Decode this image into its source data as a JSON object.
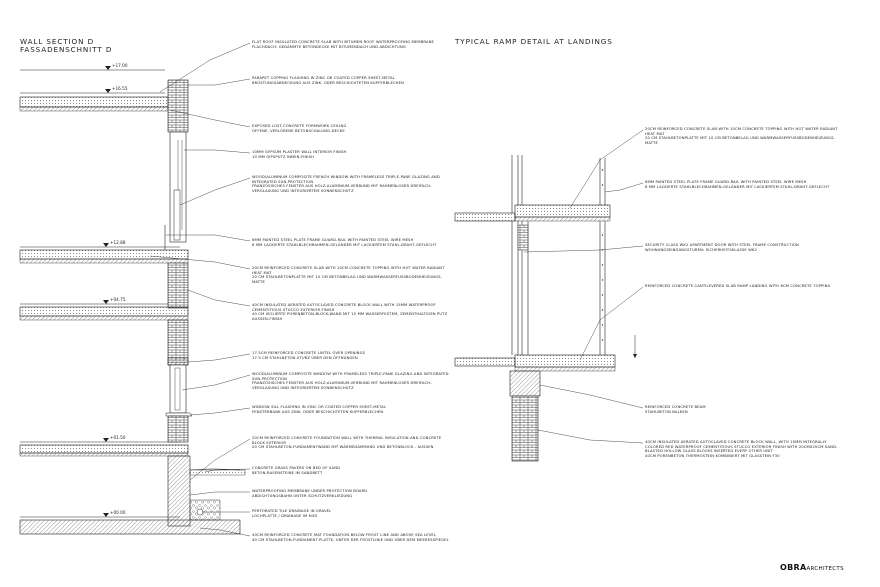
{
  "titles": {
    "wall_section": "WALL SECTION D",
    "wall_section_de": "FASSADENSCHNITT  D",
    "ramp_detail": "TYPICAL RAMP DETAIL AT LANDINGS"
  },
  "elevations": [
    "+17.00",
    "+16.55",
    "+12.88",
    "+04.75",
    "+01.50",
    "+00.00"
  ],
  "wall_notes": [
    {
      "en": "FLAT ROOF INSULATED CONCRETE SLAB WITH BITUMEN ROOF WATERPROOFING MEMBRANE",
      "de": "FLACHDACH: GEDÄMMTE BETONDECKE MIT BITUMENDACH UND ABDICHTUNG"
    },
    {
      "en": "PARAPET COPPING FLASHING W ZINC OR COATED COPPER SHEET-METAL",
      "de": "BRÜSTUNGSABDECKUNG AUS ZINK- ODER BESCHICHTETEN KUPFERBLECHEN"
    },
    {
      "en": "EXPOSED LOST-CONCRETE FORMWORK CEILING",
      "de": "OFFENE, VERLORENE BETONSCHALUNG-DECKE"
    },
    {
      "en": "10MM GYPSUM PLASTER WALL INTERIOR FINISH",
      "de": "10 MM GIPSPUTZ INNEN-FINISH"
    },
    {
      "en": "WOOD/ALUMINUM COMPOSITE FRENCH WINDOW WITH FRAMELESS TRIPLE-PANE GLAZING AND INTEGRATED SUN-PROTECTION",
      "de": "FRANZÖSISCHES FENSTER AUS HOLZ-ALUMINIUM-VERBUND MIT RAHMENLOSER DREIFACH-VERGLASUNG UND INTEGRIERTEM SONNENSCHUTZ"
    },
    {
      "en": "6MM PAINTED STEEL PLATE FRAME GUARD-RAIL WITH PAINTED STEEL WIRE MESH",
      "de": "6 MM LACKIERTE STAHLBLECHRAHMEN-GELÄNDER MIT LACKIERTEM STAHL-DRAHT-GEFLECHT"
    },
    {
      "en": "20CM REINFORCED CONCRETE SLAB WITH 10CM CONCRETE TOPPING WITH HOT WATER RADIANT HEAT MAT",
      "de": "20 CM STAHLBETONPLATTE MIT 10 CM BETONBELAG UND WARMWASSERFUSSBODENHEIZUNGS-MATTE"
    },
    {
      "en": "40CM INSULATED AERATED AUTOCLAVED CONCRETE BLOCK WALL WITH 15MM WATERPROOF CEMENTITIOUS STUCCO EXTERIOR FINISH",
      "de": "40 CM ISOLIERTE PORENBETON-BLOCK-WAND MIT 15 MM WASSERFESTEM, ZEMENTHALTIGEN PUTZ AUSSEN-FINISH"
    },
    {
      "en": "17.5CM REINFORCED CONCRETE LINTEL OVER OPENINGS",
      "de": "17.5 CM STAHLBETON-STURZ ÜBER DEN ÖFFNUNGEN"
    },
    {
      "en": "WOOD/ALUMINUM COMPOSITE WINDOW WITH FRAMELESS TRIPLE-PANE GLAZING AND INTEGRATED SUN-PROTECTION",
      "de": "FRANZÖSISCHES FENSTER AUS HOLZ-ALUMINIUM-VERBUND MIT RAHMENLOSER DREIFACH-VERGLASUNG UND INTEGRIERTEM SONNENSCHUTZ"
    },
    {
      "en": "WINDOW SILL FLASHING IN ZINC OR COATED COPPER SHEET-METAL",
      "de": "FENSTERBANK AUS ZINK- ODER BESCHICHTETEN KUPFERBLECHEN"
    },
    {
      "en": "20CM REINFORCED CONCRETE FOUNDATION WALL WITH THERMAL INSULATION AND CONCRETE BLOCK EXTERIOR",
      "de": "20 CM STAHLBETON-FUNDAMENTWAND MIT WÄRMEDÄMMUNG UND BETONBLOCK - AUSSEN"
    },
    {
      "en": "CONCRETE GRASS PAVERS ON BED OF SAND",
      "de": "BETON-RASENSTEINE IM SANDBETT"
    },
    {
      "en": "WATERPROOFING MEMBRANE UNDER PROTECTION BOARD",
      "de": "ABDICHTUNGSBAHN UNTER SCHUTZVERKLEIDUNG"
    },
    {
      "en": "PERFORATED TILE DRAINAGE IN GRAVEL",
      "de": "LOCHPLATTE / DRAINAGE IM KIES"
    },
    {
      "en": "40CM REINFORCED CONCRETE MAT FOUNDATION BELOW FROST LINE AND ABOVE SEA LEVEL",
      "de": "40 CM STAHLBETON-FUNDAMENT-PLATTE, UNTER DER FROSTLINIE UND ÜBER DEM MEERESSPIEGEL"
    }
  ],
  "ramp_notes": [
    {
      "en": "20CM REINFORCED CONCRETE SLAB WITH 10CM CONCRETE TOPPING WITH HOT WATER RADIANT HEAT MAT",
      "de": "20 CM STAHLBETONPLATTE MIT 10 CM BETONBELAG UND WARMWASSERFUSSBODENHEIZUNGS-MATTE"
    },
    {
      "en": "6MM PAINTED STEEL PLATE FRAME GUARD-RAIL WITH PAINTED STEEL WIRE MESH",
      "de": "6 MM LACKIERTE STAHLBLECHRAHMEN-GELÄNDER MIT LACKIERTEM STAHL-DRAHT-GEFLECHT"
    },
    {
      "en": "SECURITY CLASS WK2 APARTMENT DOOR WITH STEEL FRAME CONSTRUCTION",
      "de": "WOHNUNGSEINGANGSTUREN: SICHERHEITSKLASSE WK2"
    },
    {
      "en": "REINFORCED CONCRETE CANTILEVERED SLAB RAMP LANDING WITH 8CM CONCRETE TOPPING",
      "de": ""
    },
    {
      "en": "REINFORCED CONCRETE BEAM",
      "de": "STAHLBETON BALKEN"
    },
    {
      "en": "40CM INSULATED AERATED AUTOCLAVED CONCRETE BLOCK WALL, WITH 15MM INTEGRALLY COLORED RED WATERPROOF CEMENTITIOUS STUCCO EXTERIOR FINISH WITH 20CMX20CM SAND-BLASTED HOLLOW GLASS BLOCKS INSERTED EVERY OTHER UNIT",
      "de": "40CM PORENBETON THERMOSTEIN KOMBINIERT MIT GLASSTEIN F30"
    }
  ],
  "logo": {
    "brand": "OBRA",
    "suffix": "ARCHITECTS"
  },
  "colors": {
    "ink": "#111111",
    "hatch": "#555555",
    "line": "#222222"
  }
}
